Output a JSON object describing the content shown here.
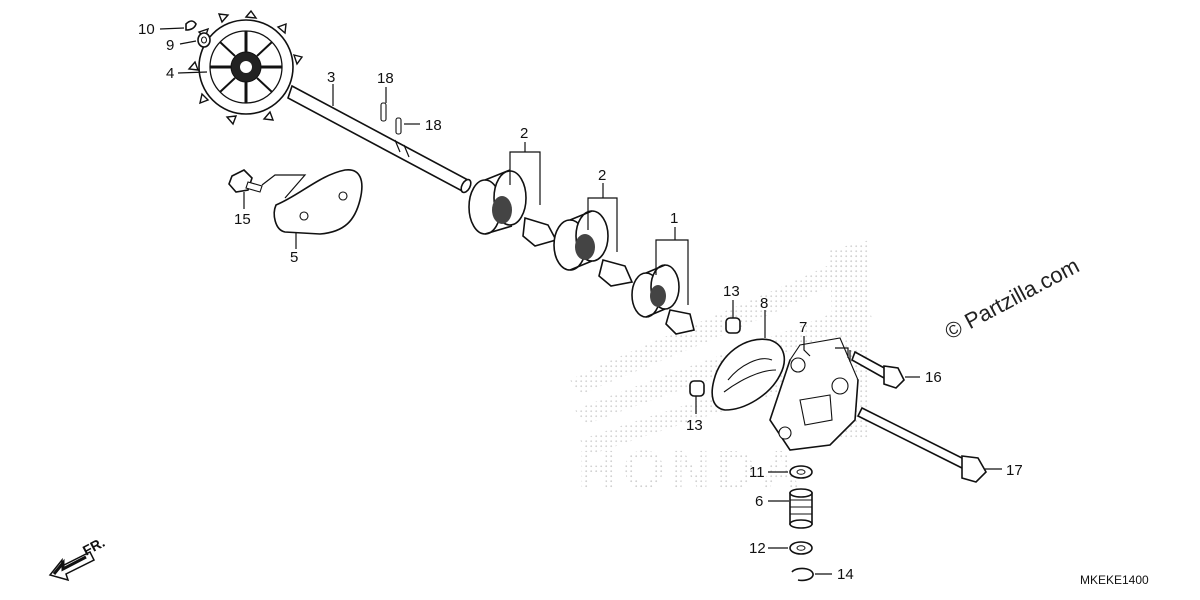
{
  "watermark": {
    "brand": "HONDA",
    "copyright": "© Partzilla.com"
  },
  "direction": {
    "label": "FR."
  },
  "footer": {
    "code": "MKEKE1400"
  },
  "callouts": {
    "c1": "1",
    "c2a": "2",
    "c2b": "2",
    "c3": "3",
    "c4": "4",
    "c5": "5",
    "c6": "6",
    "c7": "7",
    "c8": "8",
    "c9": "9",
    "c10": "10",
    "c11": "11",
    "c12": "12",
    "c13a": "13",
    "c13b": "13",
    "c14": "14",
    "c15": "15",
    "c16": "16",
    "c17": "17",
    "c18a": "18",
    "c18b": "18"
  }
}
